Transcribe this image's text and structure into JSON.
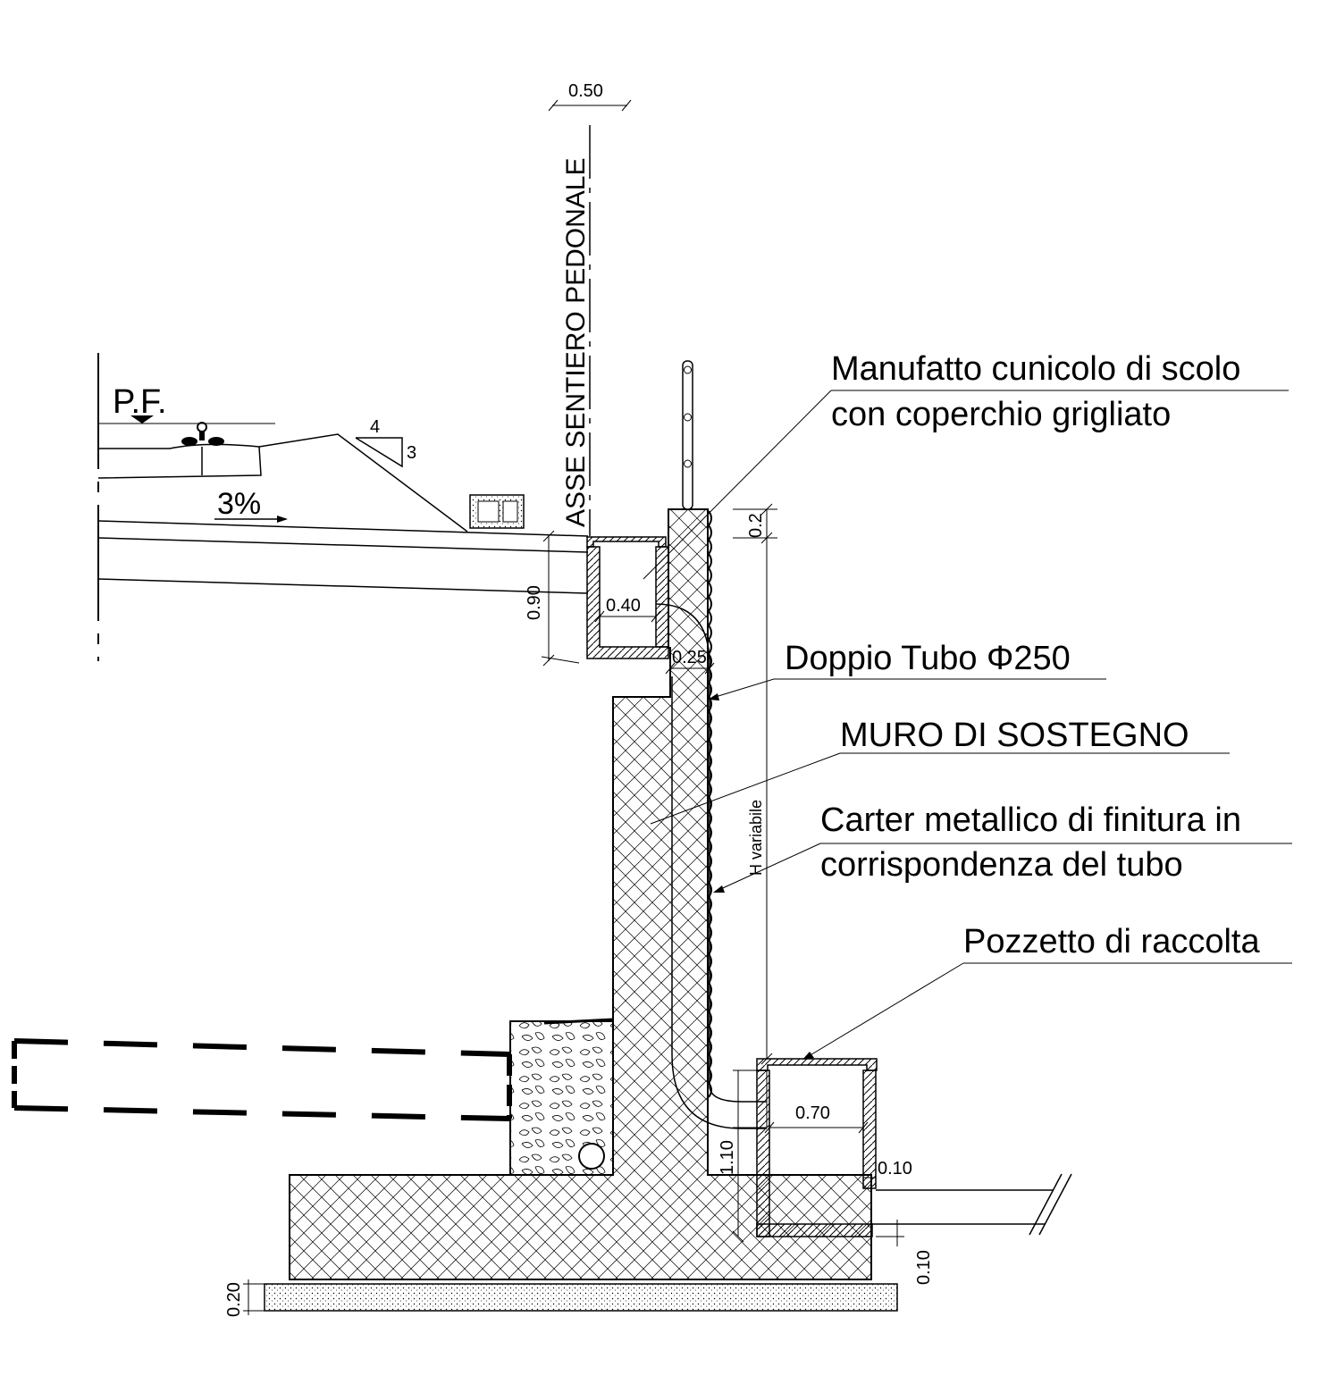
{
  "labels": {
    "manufatto_line1": "Manufatto cunicolo di scolo",
    "manufatto_line2": "con coperchio grigliato",
    "doppio_tubo": "Doppio Tubo Φ250",
    "muro": "MURO DI SOSTEGNO",
    "carter_line1": "Carter metallico di finitura in",
    "carter_line2": "corrispondenza del tubo",
    "pozzetto": "Pozzetto di raccolta",
    "asse": "ASSE SENTIERO PEDONALE",
    "pf": "P.F.",
    "slope_pct": "3%",
    "slope_run": "4",
    "slope_rise": "3"
  },
  "dimensions": {
    "top_width": "0.50",
    "cunicolo_height": "0.90",
    "cunicolo_width": "0.40",
    "wall_thickness": "0.25",
    "cap_height": "0.2",
    "h_variable": "H variabile",
    "pozzetto_width": "0.70",
    "pozzetto_wall": "0.10",
    "pozzetto_height": "1.10",
    "pozzetto_base": "0.10",
    "lean_concrete": "0.20"
  },
  "colors": {
    "ink": "#000000",
    "background": "#ffffff"
  }
}
